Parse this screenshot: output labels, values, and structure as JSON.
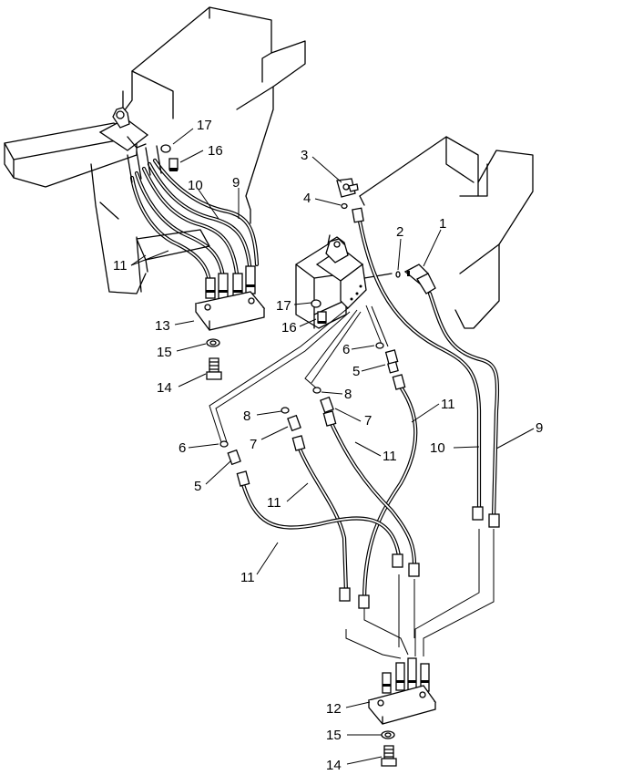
{
  "labels": {
    "l1": "1",
    "l2": "2",
    "l3": "3",
    "l4": "4",
    "l5a": "5",
    "l5b": "5",
    "l6a": "6",
    "l6b": "6",
    "l7a": "7",
    "l7b": "7",
    "l8a": "8",
    "l8b": "8",
    "l9a": "9",
    "l9b": "9",
    "l10a": "10",
    "l10b": "10",
    "l11a": "11",
    "l11b": "11",
    "l11c": "11",
    "l11d": "11",
    "l11e": "11",
    "l12": "12",
    "l13": "13",
    "l14a": "14",
    "l14b": "14",
    "l15a": "15",
    "l15b": "15",
    "l16a": "16",
    "l16b": "16",
    "l17a": "17",
    "l17b": "17"
  }
}
